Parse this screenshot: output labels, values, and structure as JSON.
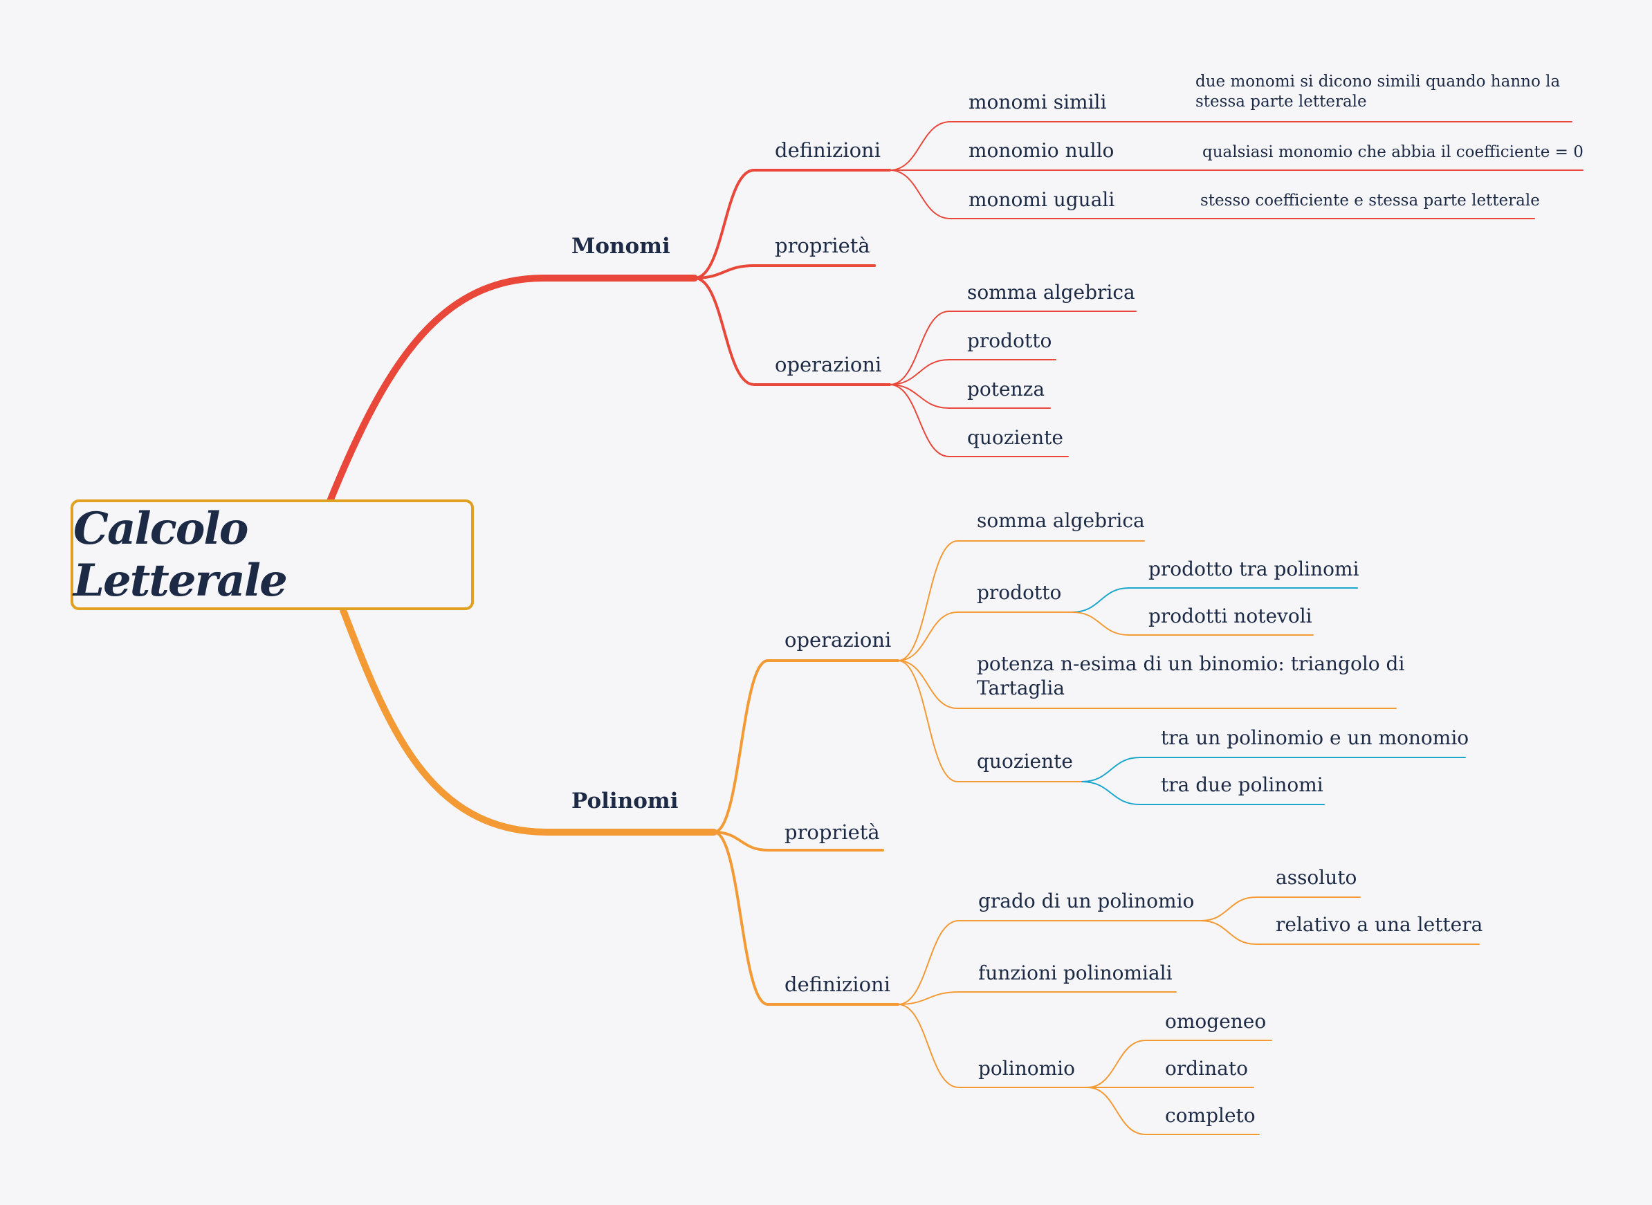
{
  "root": "Calcolo Letterale",
  "colors": {
    "monomi": "#e8473a",
    "polinomi": "#f39a35",
    "teal": "#1ba6cc",
    "root_border": "#e0a020",
    "text": "#1c2a45",
    "background": "#f6f6f9"
  },
  "monomi": {
    "label": "Monomi",
    "definizioni": {
      "label": "definizioni",
      "simili": {
        "label": "monomi simili",
        "desc": "due monomi si dicono simili quando hanno la stessa parte letterale"
      },
      "nullo": {
        "label": "monomio nullo",
        "desc": "qualsiasi monomio che abbia il coefficiente = 0"
      },
      "uguali": {
        "label": "monomi uguali",
        "desc": "stesso coefficiente e stessa parte letterale"
      }
    },
    "proprieta": {
      "label": "proprietà"
    },
    "operazioni": {
      "label": "operazioni",
      "items": [
        "somma algebrica",
        "prodotto",
        "potenza",
        "quoziente"
      ]
    }
  },
  "polinomi": {
    "label": "Polinomi",
    "operazioni": {
      "label": "operazioni",
      "somma": "somma algebrica",
      "prodotto": {
        "label": "prodotto",
        "items": [
          "prodotto tra polinomi",
          "prodotti notevoli"
        ]
      },
      "potenza": "potenza n-esima di un binomio: triangolo di Tartaglia",
      "quoziente": {
        "label": "quoziente",
        "items": [
          "tra un polinomio e un monomio",
          "tra due polinomi"
        ]
      }
    },
    "proprieta": {
      "label": "proprietà"
    },
    "definizioni": {
      "label": "definizioni",
      "grado": {
        "label": "grado di un polinomio",
        "items": [
          "assoluto",
          "relativo a una lettera"
        ]
      },
      "funzioni": "funzioni polinomiali",
      "polinomio": {
        "label": "polinomio",
        "items": [
          "omogeneo",
          "ordinato",
          "completo"
        ]
      }
    }
  }
}
